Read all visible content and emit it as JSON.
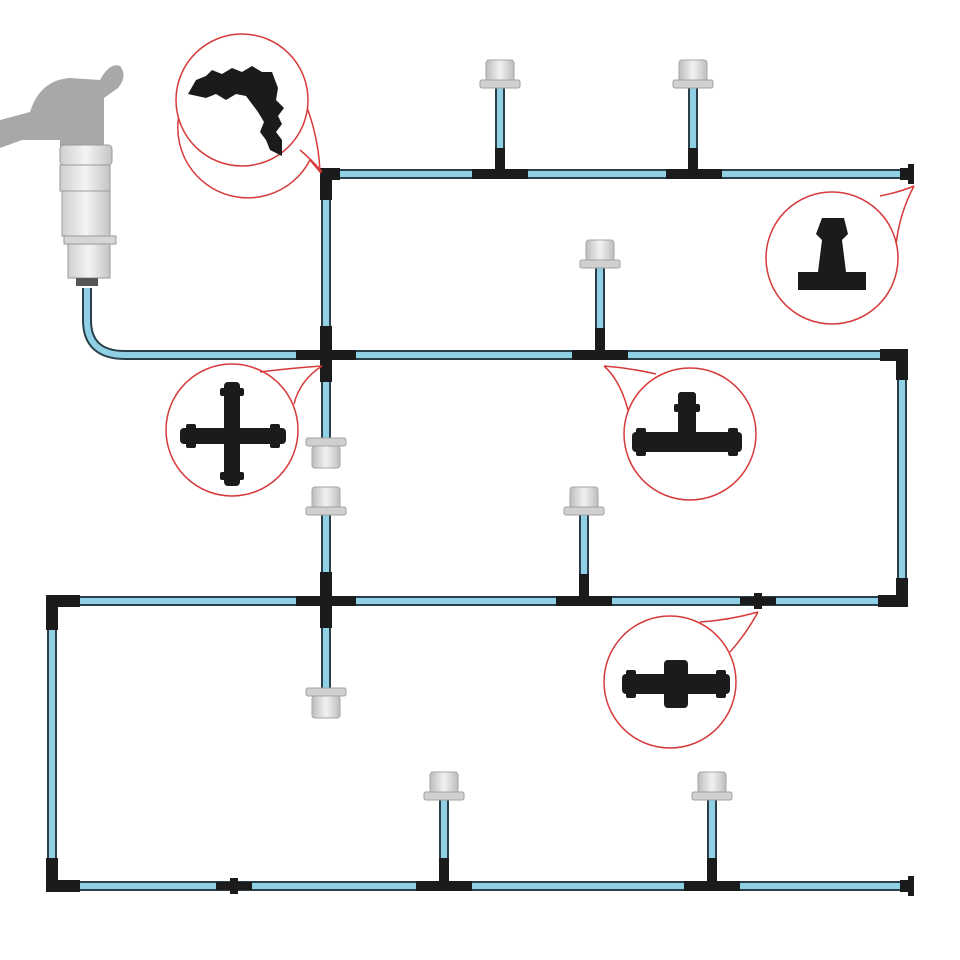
{
  "diagram": {
    "colors": {
      "pipe": "#8fd0e4",
      "pipe_outline": "#2b3f4a",
      "fitting": "#1b1b1b",
      "faucet": "#a8a8a8",
      "callout": "#d63b3b",
      "emitter": "#e2e2e2"
    },
    "components": [
      {
        "id": "faucet",
        "icon": "faucet-icon"
      },
      {
        "id": "hose-adapter",
        "icon": "hose-adapter-icon"
      },
      {
        "id": "elbow",
        "icon": "elbow-connector-icon"
      },
      {
        "id": "end-plug",
        "icon": "end-plug-icon"
      },
      {
        "id": "cross",
        "icon": "cross-connector-icon"
      },
      {
        "id": "tee",
        "icon": "tee-connector-icon"
      },
      {
        "id": "straight",
        "icon": "straight-connector-icon"
      },
      {
        "id": "emitter",
        "icon": "drip-emitter-icon"
      }
    ]
  }
}
